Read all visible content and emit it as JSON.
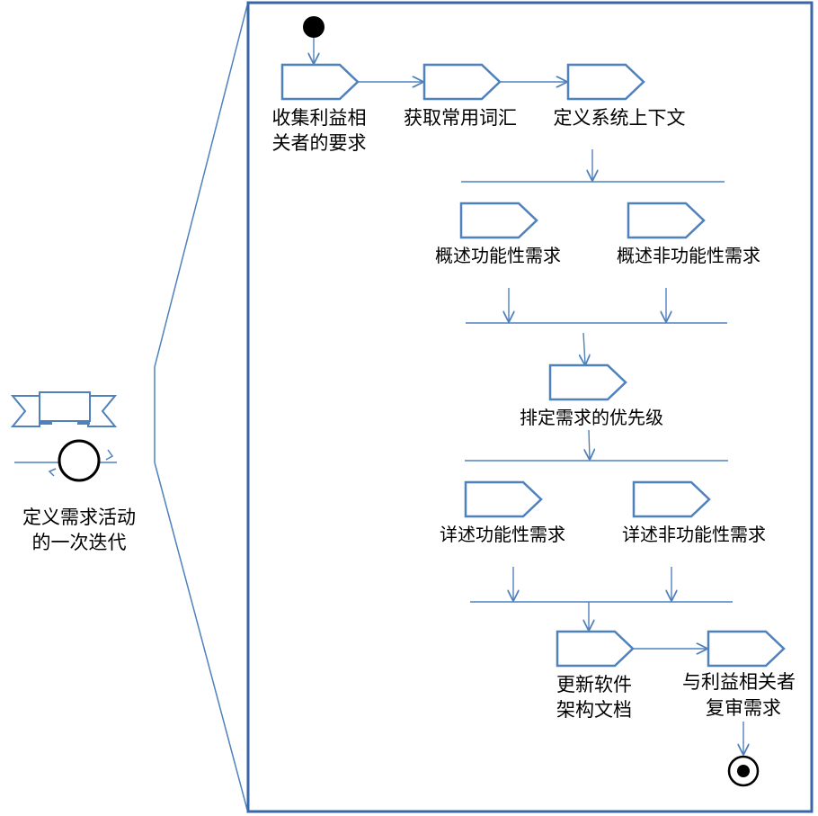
{
  "left_panel": {
    "caption_line1": "定义需求活动",
    "caption_line2": "的一次迭代"
  },
  "activities": {
    "a1_line1": "收集利益相",
    "a1_line2": "关者的要求",
    "a2": "获取常用词汇",
    "a3": "定义系统上下文",
    "a4": "概述功能性需求",
    "a5": "概述非功能性需求",
    "a6": "排定需求的优先级",
    "a7": "详述功能性需求",
    "a8": "详述非功能性需求",
    "a9_line1": "更新软件",
    "a9_line2": "架构文档",
    "a10_line1": "与利益相关者",
    "a10_line2": "复审需求"
  },
  "colors": {
    "stroke": "#4f81bd",
    "frame": "#3a66a8",
    "text": "#000000",
    "fill": "#ffffff"
  }
}
